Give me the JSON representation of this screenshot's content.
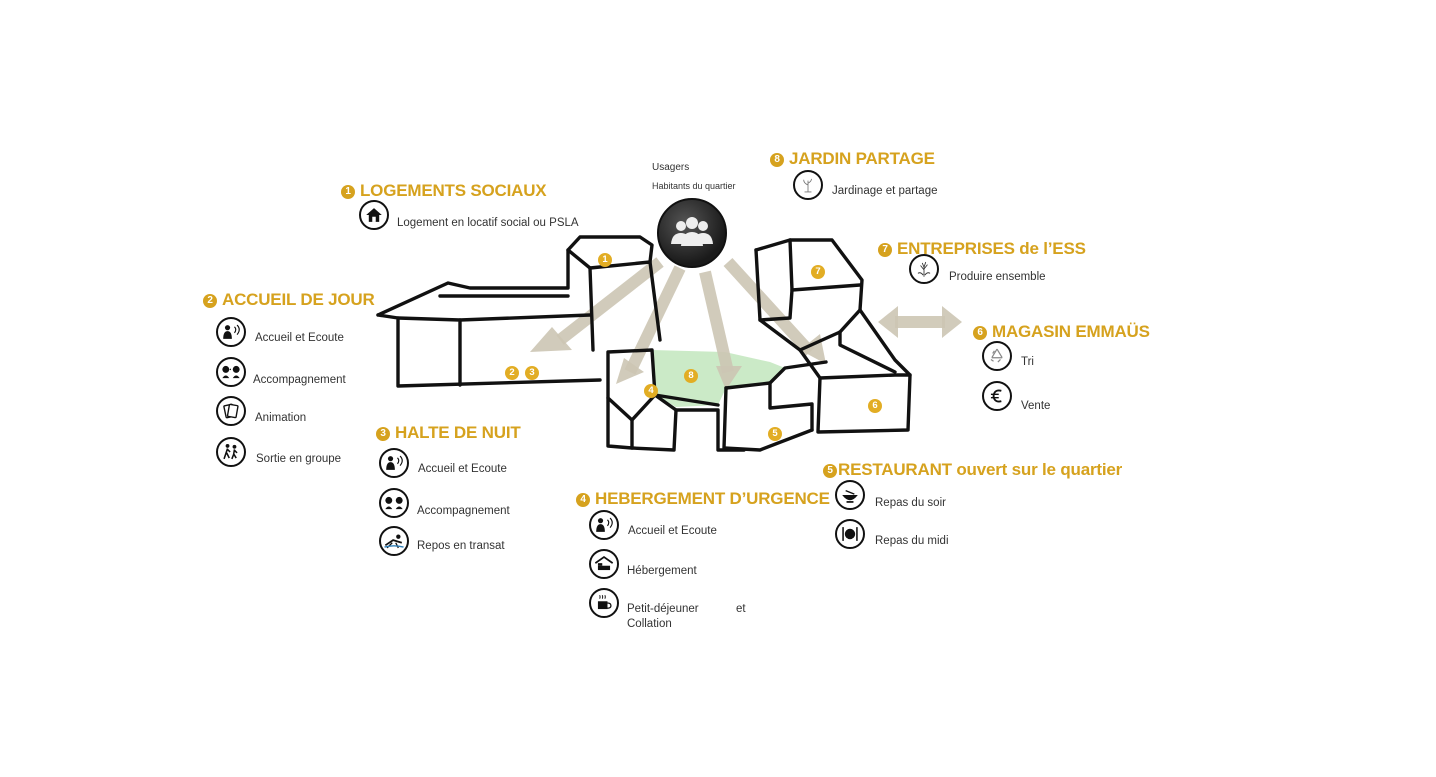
{
  "center": {
    "line1": "Usagers",
    "line2": "Habitants du quartier",
    "icon": "users-group-icon"
  },
  "building_numbers": [
    "1",
    "2",
    "3",
    "4",
    "8",
    "5",
    "6",
    "7"
  ],
  "sections": {
    "logements": {
      "num": "1",
      "title": "LOGEMENTS SOCIAUX",
      "items": [
        {
          "label": "Logement en locatif social ou PSLA",
          "icon": "house-icon"
        }
      ]
    },
    "accueil": {
      "num": "2",
      "title": "ACCUEIL DE JOUR",
      "items": [
        {
          "label": "Accueil et Ecoute",
          "icon": "listening-person-icon"
        },
        {
          "label": "Accompagnement",
          "icon": "conversation-icon"
        },
        {
          "label": "Animation",
          "icon": "cards-icon"
        },
        {
          "label": "Sortie en groupe",
          "icon": "walking-people-icon"
        }
      ]
    },
    "halte": {
      "num": "3",
      "title": "HALTE DE NUIT",
      "items": [
        {
          "label": "Accueil et Ecoute",
          "icon": "listening-person-icon"
        },
        {
          "label": "Accompagnement",
          "icon": "conversation-icon"
        },
        {
          "label": "Repos en transat",
          "icon": "deckchair-icon"
        }
      ]
    },
    "hebergement": {
      "num": "4",
      "title": "HEBERGEMENT D’URGENCE",
      "items": [
        {
          "label": "Accueil et Ecoute",
          "icon": "listening-person-icon"
        },
        {
          "label": "Hébergement",
          "icon": "bed-shelter-icon"
        },
        {
          "label": "Petit-déjeuner",
          "label2": "Collation",
          "label3": "et",
          "icon": "hot-cup-icon"
        }
      ]
    },
    "restaurant": {
      "num": "5",
      "title": "RESTAURANT ouvert sur le quartier",
      "items": [
        {
          "label": "Repas du soir",
          "icon": "bowl-icon"
        },
        {
          "label": "Repas du midi",
          "icon": "plate-cutlery-icon"
        }
      ]
    },
    "magasin": {
      "num": "6",
      "title": "MAGASIN EMMAÜS",
      "items": [
        {
          "label": "Tri",
          "icon": "recycle-icon"
        },
        {
          "label": "Vente",
          "icon": "euro-icon"
        }
      ]
    },
    "entreprises": {
      "num": "7",
      "title": "ENTREPRISES de l’ESS",
      "items": [
        {
          "label": "Produire ensemble",
          "icon": "tree-hands-icon"
        }
      ]
    },
    "jardin": {
      "num": "8",
      "title": "JARDIN PARTAGE",
      "items": [
        {
          "label": "Jardinage et partage",
          "icon": "plant-icon"
        }
      ]
    }
  },
  "colors": {
    "accent": "#d6a21e",
    "arrow": "#cdc6b4",
    "garden": "#b9e3b4",
    "stroke": "#111111"
  }
}
